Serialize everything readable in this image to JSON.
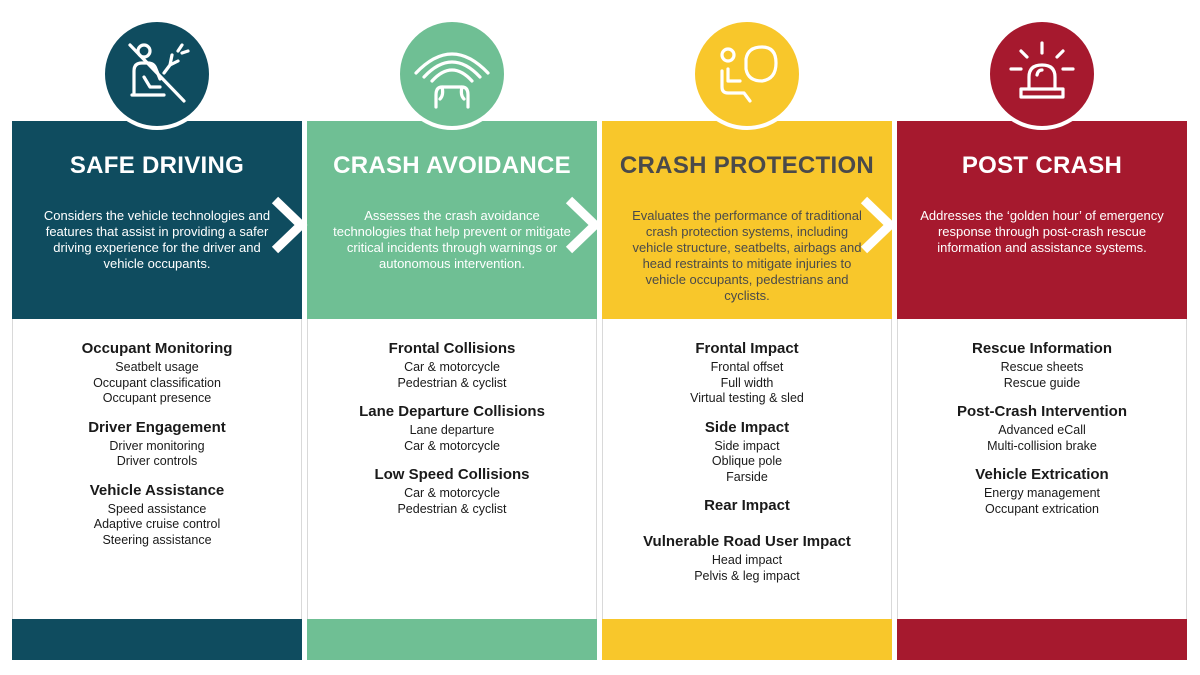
{
  "colors": {
    "safe_driving": "#0f4c5f",
    "crash_avoidance": "#6fbf94",
    "crash_protection": "#f8c72b",
    "post_crash": "#a6192e"
  },
  "columns": [
    {
      "icon": "driver-hands-off-icon",
      "title": "SAFE DRIVING",
      "description": "Considers the vehicle technologies and features that assist in providing a safer driving experience for the driver and vehicle occupants.",
      "sections": [
        {
          "title": "Occupant Monitoring",
          "items": [
            "Seatbelt usage",
            "Occupant classification",
            "Occupant presence"
          ]
        },
        {
          "title": "Driver Engagement",
          "items": [
            "Driver monitoring",
            "Driver controls"
          ]
        },
        {
          "title": "Vehicle Assistance",
          "items": [
            "Speed assistance",
            "Adaptive cruise control",
            "Steering assistance"
          ]
        }
      ]
    },
    {
      "icon": "car-sensor-waves-icon",
      "title": "CRASH AVOIDANCE",
      "description": "Assesses the crash avoidance technologies that help prevent or mitigate critical incidents through warnings or autonomous intervention.",
      "sections": [
        {
          "title": "Frontal Collisions",
          "items": [
            "Car & motorcycle",
            "Pedestrian & cyclist"
          ]
        },
        {
          "title": "Lane Departure Collisions",
          "items": [
            "Lane departure",
            "Car & motorcycle"
          ]
        },
        {
          "title": "Low Speed Collisions",
          "items": [
            "Car & motorcycle",
            "Pedestrian & cyclist"
          ]
        }
      ]
    },
    {
      "icon": "airbag-occupant-icon",
      "title": "CRASH PROTECTION",
      "description": "Evaluates the performance of traditional crash protection systems, including vehicle structure, seatbelts, airbags and head restraints to mitigate injuries to vehicle occupants, pedestrians and cyclists.",
      "sections": [
        {
          "title": "Frontal Impact",
          "items": [
            "Frontal offset",
            "Full width",
            "Virtual testing & sled"
          ]
        },
        {
          "title": "Side Impact",
          "items": [
            "Side impact",
            "Oblique pole",
            "Farside"
          ]
        },
        {
          "title": "Rear Impact",
          "items": []
        },
        {
          "title": "Vulnerable Road User Impact",
          "items": [
            "Head impact",
            "Pelvis & leg impact"
          ]
        }
      ]
    },
    {
      "icon": "emergency-siren-icon",
      "title": "POST CRASH",
      "description": "Addresses the ‘golden hour’ of emergency response through post-crash rescue information and assistance systems.",
      "sections": [
        {
          "title": "Rescue Information",
          "items": [
            "Rescue sheets",
            "Rescue guide"
          ]
        },
        {
          "title": "Post-Crash Intervention",
          "items": [
            "Advanced eCall",
            "Multi-collision brake"
          ]
        },
        {
          "title": "Vehicle Extrication",
          "items": [
            "Energy management",
            "Occupant extrication"
          ]
        }
      ]
    }
  ]
}
